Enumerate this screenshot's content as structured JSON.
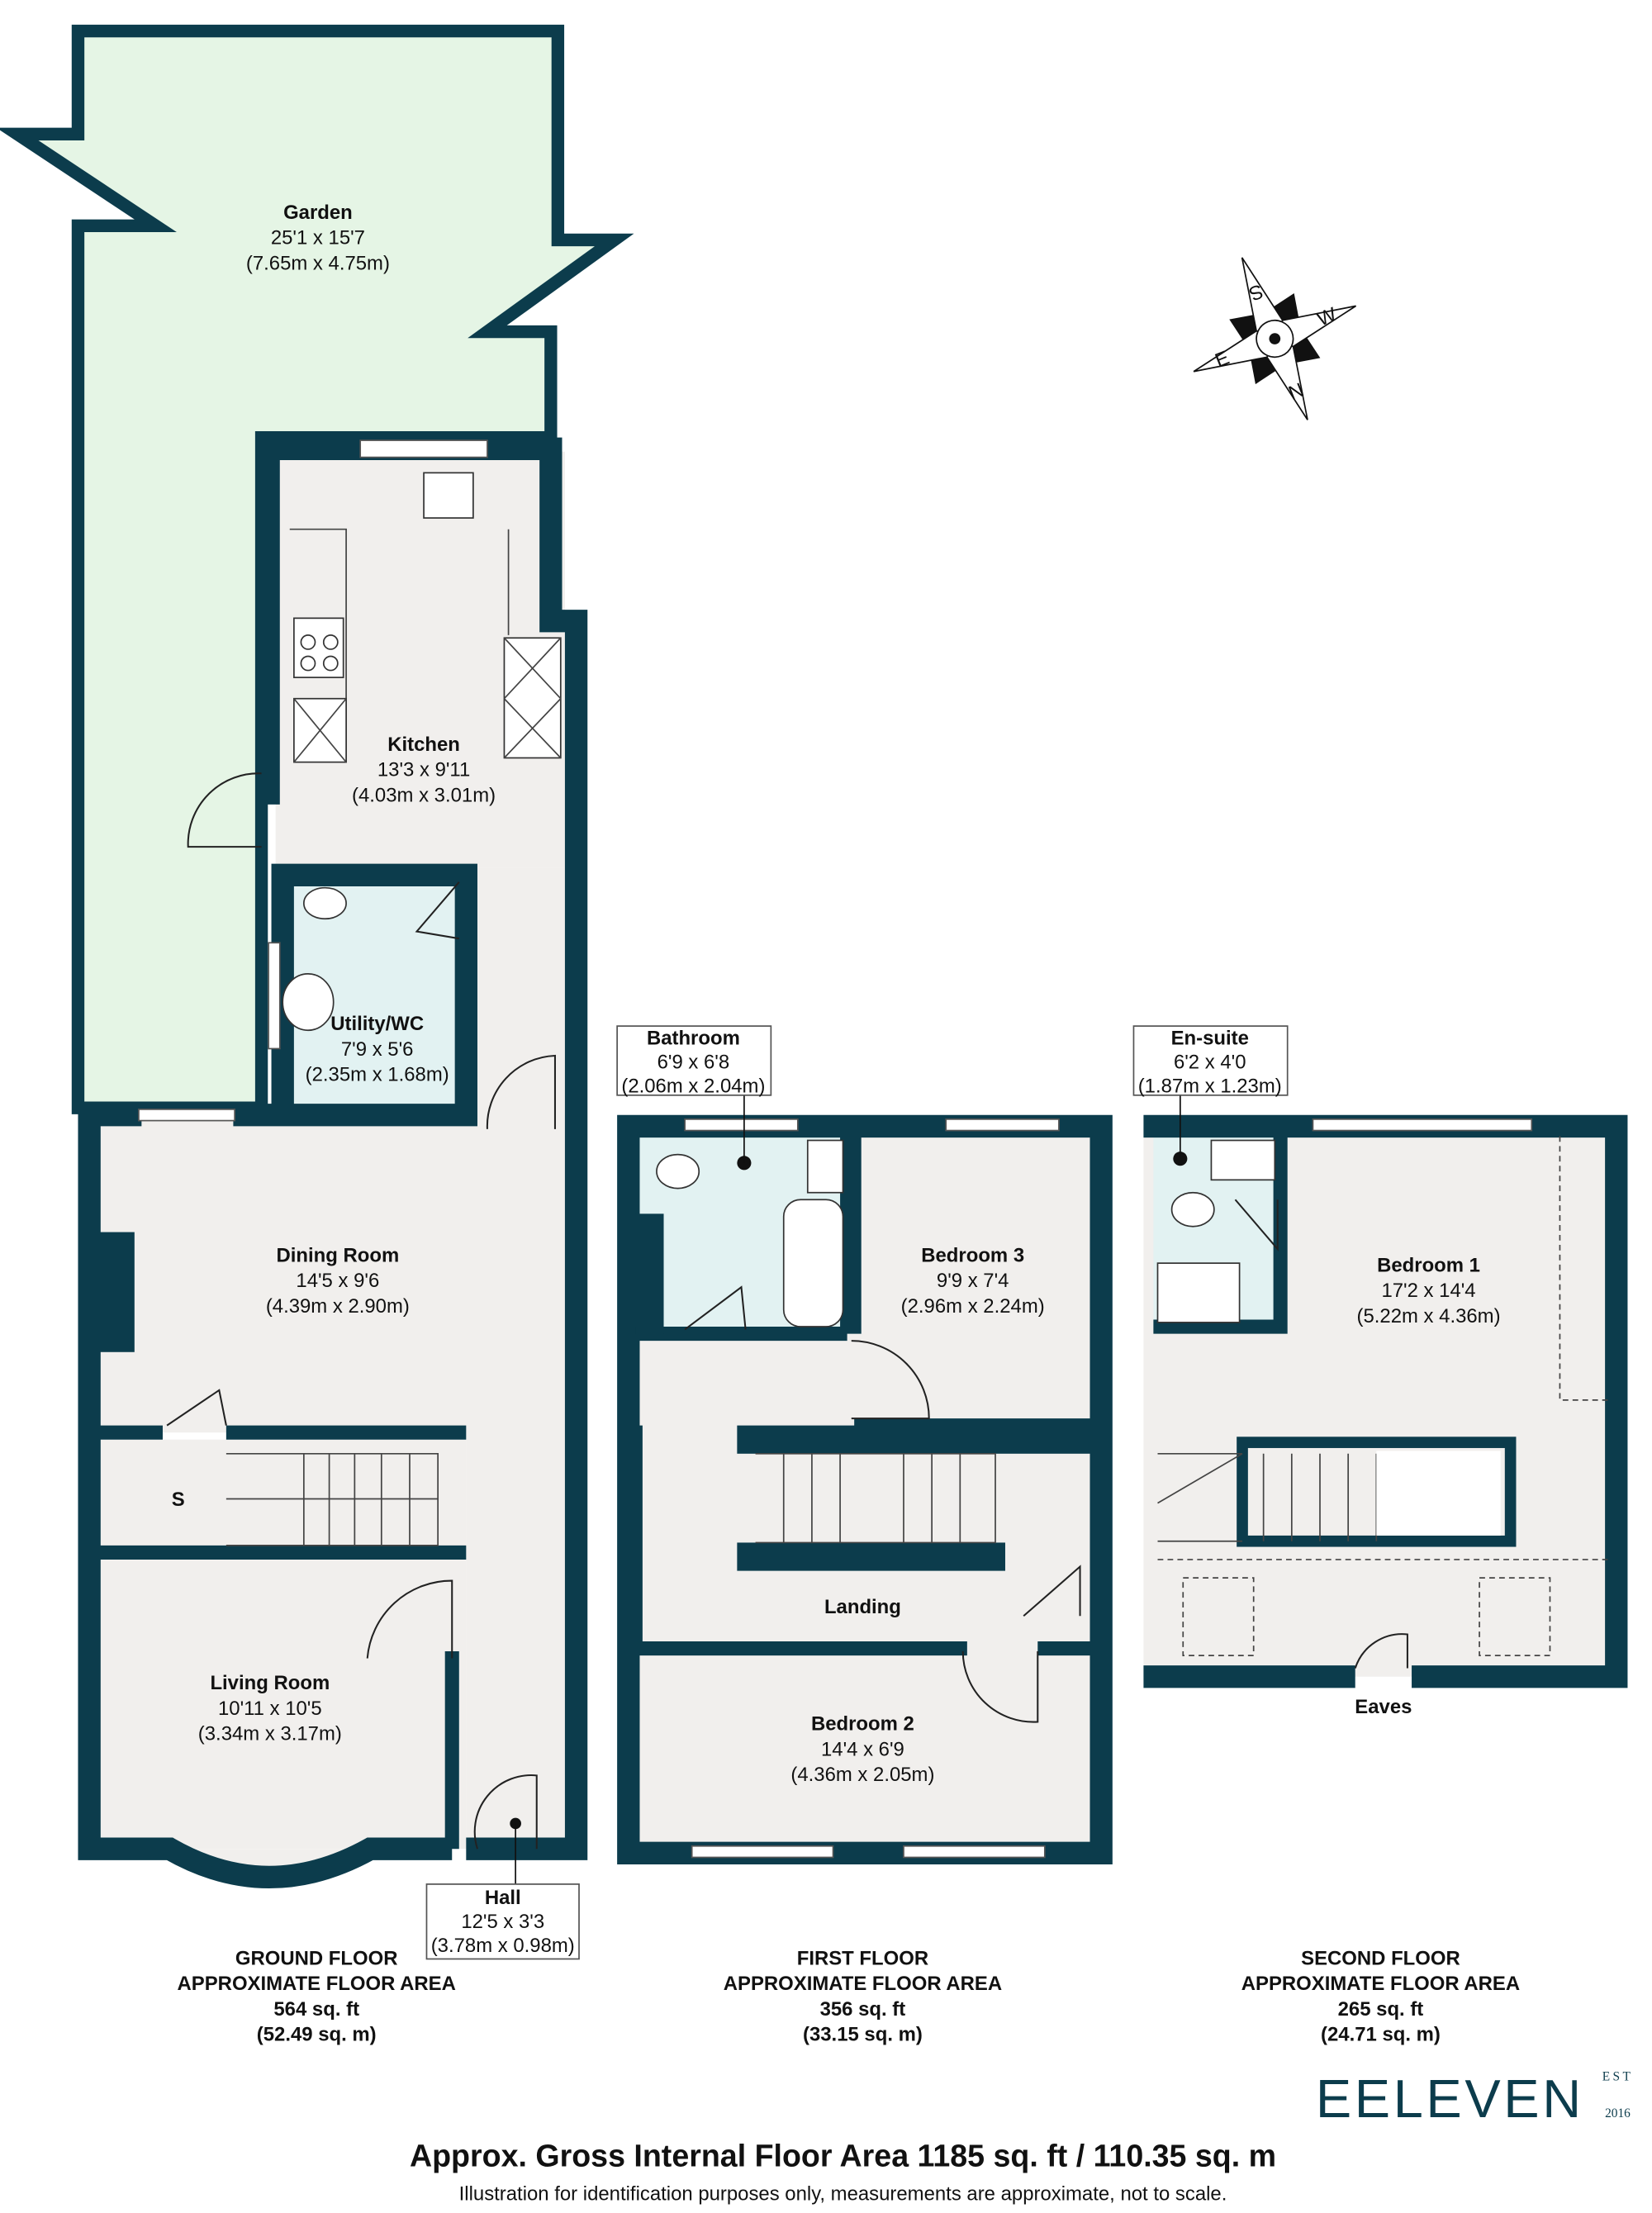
{
  "colors": {
    "wall": "#0c3c4c",
    "floor": "#f1efed",
    "wet_room": "#e2f2f2",
    "garden": "#e5f5e5"
  },
  "compass": {
    "n": "N",
    "s": "S",
    "e": "E",
    "w": "W"
  },
  "rooms": {
    "garden": {
      "name": "Garden",
      "imperial": "25'1 x 15'7",
      "metric": "(7.65m x 4.75m)"
    },
    "kitchen": {
      "name": "Kitchen",
      "imperial": "13'3 x 9'11",
      "metric": "(4.03m x 3.01m)"
    },
    "utility": {
      "name": "Utility/WC",
      "imperial": "7'9 x 5'6",
      "metric": "(2.35m x 1.68m)"
    },
    "dining": {
      "name": "Dining Room",
      "imperial": "14'5 x 9'6",
      "metric": "(4.39m x 2.90m)"
    },
    "storage": {
      "name": "S"
    },
    "living": {
      "name": "Living Room",
      "imperial": "10'11 x 10'5",
      "metric": "(3.34m x 3.17m)"
    },
    "hall": {
      "name": "Hall",
      "imperial": "12'5 x 3'3",
      "metric": "(3.78m x 0.98m)"
    },
    "bathroom": {
      "name": "Bathroom",
      "imperial": "6'9 x 6'8",
      "metric": "(2.06m x 2.04m)"
    },
    "bedroom3": {
      "name": "Bedroom 3",
      "imperial": "9'9 x 7'4",
      "metric": "(2.96m x 2.24m)"
    },
    "landing": {
      "name": "Landing"
    },
    "bedroom2": {
      "name": "Bedroom 2",
      "imperial": "14'4 x 6'9",
      "metric": "(4.36m x 2.05m)"
    },
    "ensuite": {
      "name": "En-suite",
      "imperial": "6'2 x 4'0",
      "metric": "(1.87m x 1.23m)"
    },
    "bedroom1": {
      "name": "Bedroom 1",
      "imperial": "17'2 x 14'4",
      "metric": "(5.22m x 4.36m)"
    },
    "eaves": {
      "name": "Eaves"
    }
  },
  "floors": [
    {
      "name": "GROUND FLOOR",
      "subtitle": "APPROXIMATE FLOOR AREA",
      "sqft": "564 sq. ft",
      "sqm": "(52.49 sq. m)"
    },
    {
      "name": "FIRST FLOOR",
      "subtitle": "APPROXIMATE FLOOR AREA",
      "sqft": "356 sq. ft",
      "sqm": "(33.15 sq. m)"
    },
    {
      "name": "SECOND FLOOR",
      "subtitle": "APPROXIMATE FLOOR AREA",
      "sqft": "265 sq. ft",
      "sqm": "(24.71 sq. m)"
    }
  ],
  "logo": {
    "name": "EELEVEN",
    "est": "EST",
    "year": "2016"
  },
  "footer": {
    "total": "Approx. Gross Internal Floor Area 1185 sq. ft / 110.35 sq. m",
    "disclaimer": "Illustration for identification purposes only, measurements are approximate, not to scale."
  }
}
